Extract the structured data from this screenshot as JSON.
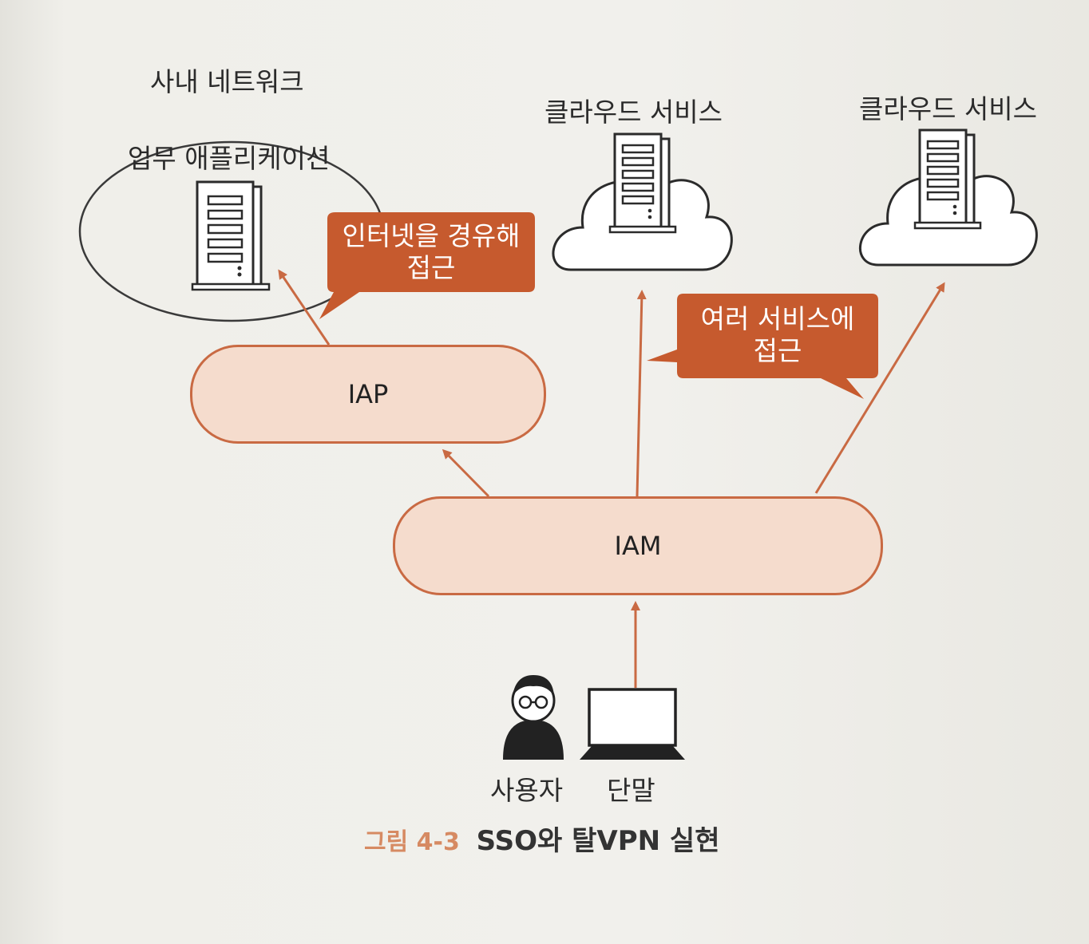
{
  "labels": {
    "internal_network": "사내 네트워크",
    "business_app": "업무 애플리케이션",
    "cloud_service_1": "클라우드 서비스",
    "cloud_service_2": "클라우드 서비스",
    "iap": "IAP",
    "iam": "IAM",
    "user": "사용자",
    "device": "단말"
  },
  "callouts": {
    "via_internet_line1": "인터넷을 경유해",
    "via_internet_line2": "접근",
    "multi_service_line1": "여러 서비스에",
    "multi_service_line2": "접근"
  },
  "caption": {
    "number": "그림 4-3",
    "title": "SSO와 탈VPN 실현"
  },
  "colors": {
    "accent": "#c65a2e",
    "pill_fill": "#f5dccd",
    "arrow": "#c96a43"
  }
}
